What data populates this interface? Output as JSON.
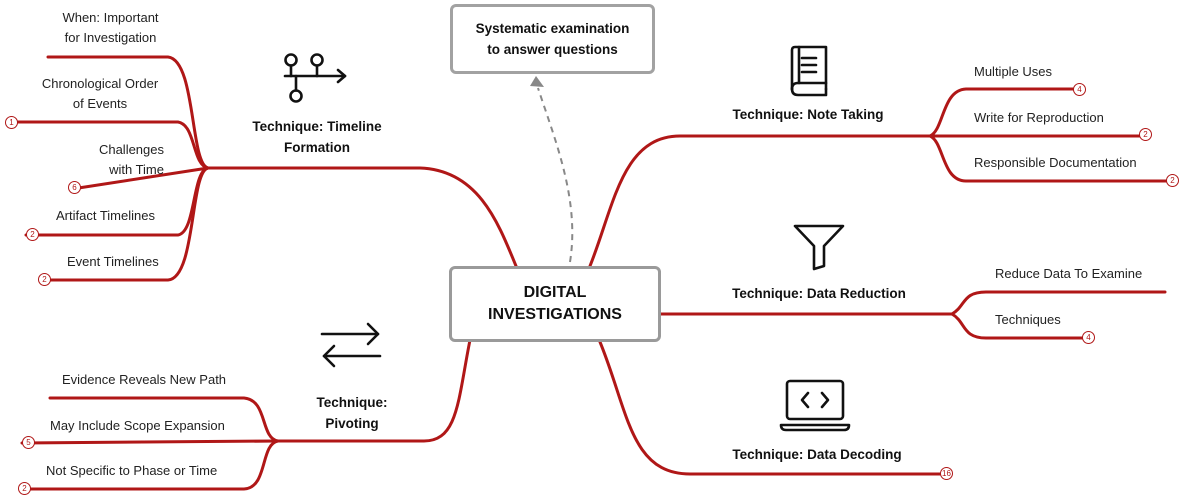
{
  "root": {
    "line1": "DIGITAL",
    "line2": "INVESTIGATIONS"
  },
  "callout": {
    "line1": "Systematic examination",
    "line2": "to answer questions"
  },
  "branches": {
    "timeline": {
      "title_line1": "Technique: Timeline",
      "title_line2": "Formation",
      "icon": "flow-diagram-icon",
      "children": [
        {
          "line1": "When: Important",
          "line2": "for Investigation",
          "badge": ""
        },
        {
          "line1": "Chronological Order",
          "line2": "of Events",
          "badge": "1"
        },
        {
          "line1": "Challenges",
          "line2": "with Time",
          "badge": "6"
        },
        {
          "line1": "Artifact Timelines",
          "badge": "2"
        },
        {
          "line1": "Event Timelines",
          "badge": "2"
        }
      ]
    },
    "pivoting": {
      "title_line1": "Technique:",
      "title_line2": "Pivoting",
      "icon": "swap-arrows-icon",
      "children": [
        {
          "line1": "Evidence Reveals New Path",
          "badge": ""
        },
        {
          "line1": "May Include Scope Expansion",
          "badge": "5"
        },
        {
          "line1": "Not Specific to Phase or Time",
          "badge": "2"
        }
      ]
    },
    "note_taking": {
      "title": "Technique: Note Taking",
      "icon": "book-icon",
      "children": [
        {
          "line1": "Multiple Uses",
          "badge": "4"
        },
        {
          "line1": "Write for Reproduction",
          "badge": "2"
        },
        {
          "line1": "Responsible Documentation",
          "badge": "2"
        }
      ]
    },
    "data_reduction": {
      "title": "Technique: Data Reduction",
      "icon": "funnel-icon",
      "children": [
        {
          "line1": "Reduce Data To Examine",
          "badge": ""
        },
        {
          "line1": "Techniques",
          "badge": "4"
        }
      ]
    },
    "data_decoding": {
      "title": "Technique: Data Decoding",
      "icon": "code-window-icon",
      "badge": "16"
    }
  },
  "colors": {
    "link": "#b01717",
    "box_border": "#9a9a9a",
    "dashed_arrow": "#888888"
  }
}
